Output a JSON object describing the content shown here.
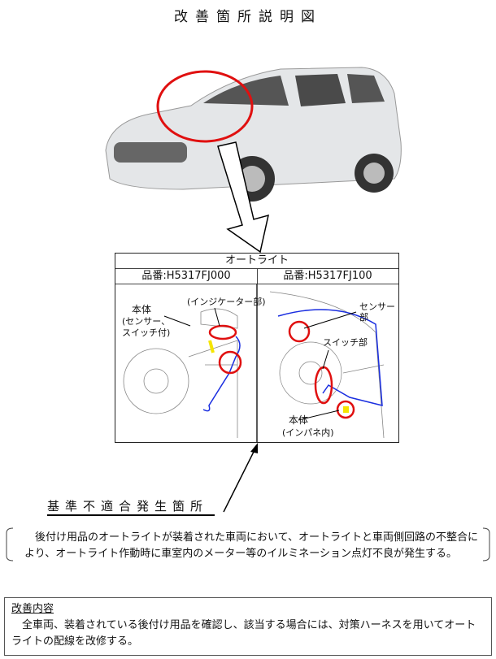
{
  "title": "改善箇所説明図",
  "table": {
    "header": "オートライト",
    "columns": [
      {
        "part_no": "品番:H5317FJ000",
        "labels": [
          "(インジケーター部)",
          "本体",
          "(センサー、",
          "スイッチ付)"
        ]
      },
      {
        "part_no": "品番:H5317FJ100",
        "labels": [
          "センサー部",
          "スイッチ部",
          "本体",
          "(インパネ内)"
        ]
      }
    ]
  },
  "defect": {
    "heading": "基準不適合発生箇所",
    "text": "後付け用品のオートライトが装着された車両において、オートライトと車両側回路の不整合により、オートライト作動時に車室内のメーター等のイルミネーション点灯不良が発生する。"
  },
  "remedy": {
    "heading": "改善内容",
    "text": "全車両、装着されている後付け用品を確認し、該当する場合には、対策ハーネスを用いてオートライトの配線を改修する。"
  }
}
